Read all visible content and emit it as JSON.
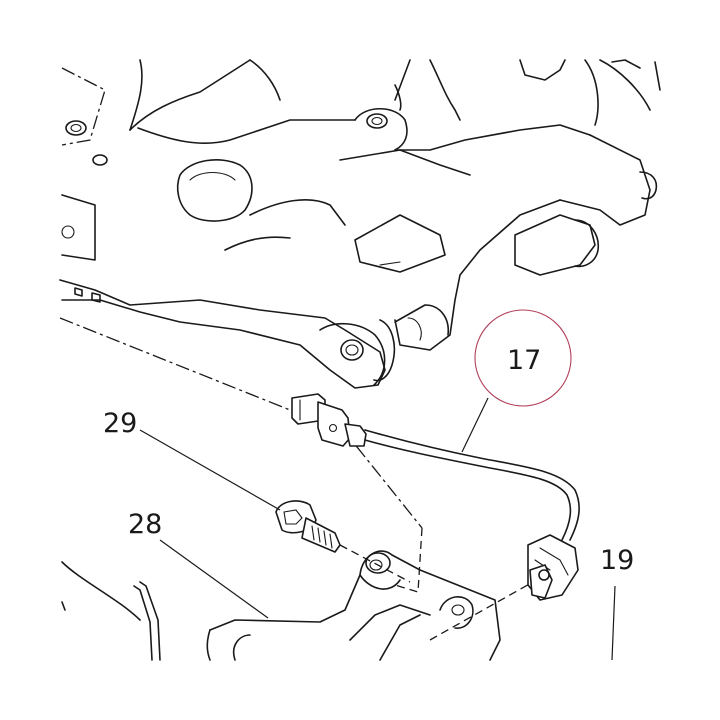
{
  "callouts": [
    {
      "id": "17",
      "label": "17",
      "highlighted": true
    },
    {
      "id": "19",
      "label": "19",
      "highlighted": false
    },
    {
      "id": "28",
      "label": "28",
      "highlighted": false
    },
    {
      "id": "29",
      "label": "29",
      "highlighted": false
    }
  ],
  "colors": {
    "line": "#1a1a1a",
    "highlight_circle": "#b0405a",
    "background": "#ffffff"
  }
}
